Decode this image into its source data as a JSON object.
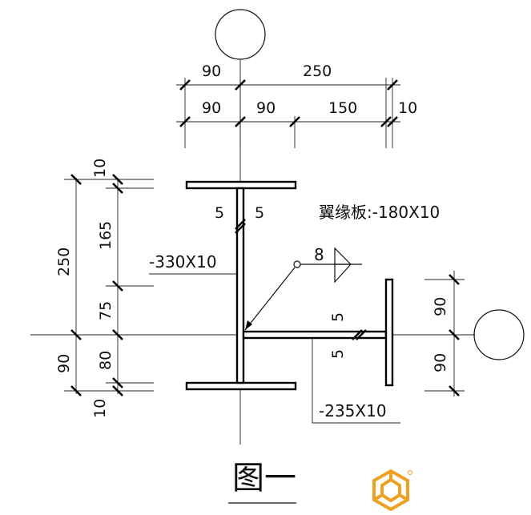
{
  "dimensions": {
    "top_row1_left": "90",
    "top_row1_right": "250",
    "top_row2_a": "90",
    "top_row2_b": "90",
    "top_row2_c": "150",
    "top_row2_d": "10",
    "left_outer_total": "250",
    "left_outer_bottom": "90",
    "left_top_flange": "10",
    "left_165": "165",
    "left_75": "75",
    "left_80": "80",
    "left_bottom_flange": "10",
    "web_weld_left": "5",
    "web_weld_right": "5",
    "right_top": "90",
    "right_bottom": "90",
    "branch_weld_top": "5",
    "branch_weld_bottom": "5"
  },
  "labels": {
    "flange_plate": "翼缘板:-180X10",
    "web_plate": "-330X10",
    "branch_plate": "-235X10",
    "weld_size": "8"
  },
  "caption": "图一",
  "logo": {
    "icon": "hexagon-logo-icon",
    "color": "#f0a020"
  }
}
